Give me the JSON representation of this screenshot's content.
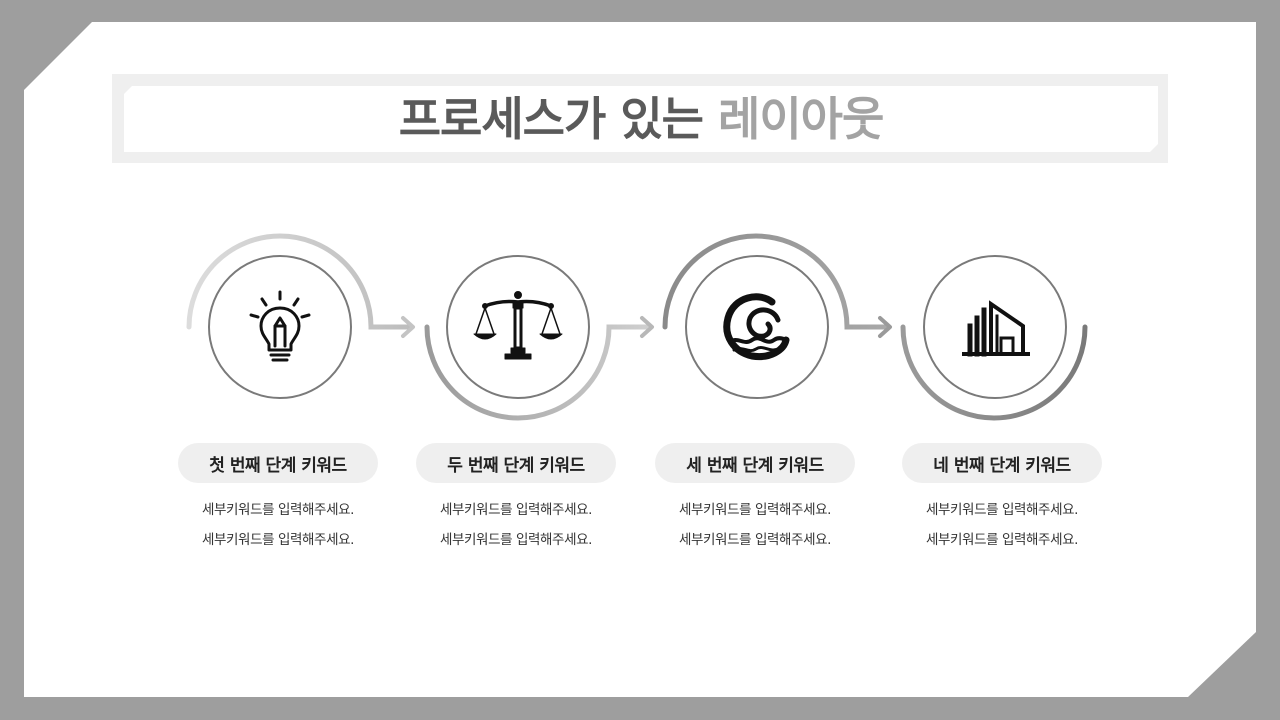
{
  "title": {
    "main": "프로세스가 있는 ",
    "accent": "레이아웃"
  },
  "steps": [
    {
      "icon": "lightbulb-icon",
      "keyword": "첫 번째 단계 키워드",
      "lines": [
        "세부키워드를 입력해주세요.",
        "세부키워드를 입력해주세요."
      ]
    },
    {
      "icon": "scales-icon",
      "keyword": "두 번째 단계 키워드",
      "lines": [
        "세부키워드를 입력해주세요.",
        "세부키워드를 입력해주세요."
      ]
    },
    {
      "icon": "wave-icon",
      "keyword": "세 번째 단계 키워드",
      "lines": [
        "세부키워드를 입력해주세요.",
        "세부키워드를 입력해주세요."
      ]
    },
    {
      "icon": "buildings-icon",
      "keyword": "네 번째 단계 키워드",
      "lines": [
        "세부키워드를 입력해주세요.",
        "세부키워드를 입력해주세요."
      ]
    }
  ],
  "colors": {
    "frame": "#9e9e9e",
    "title_main": "#5a5a5a",
    "title_accent": "#a3a3a3",
    "pill": "#efefef"
  }
}
